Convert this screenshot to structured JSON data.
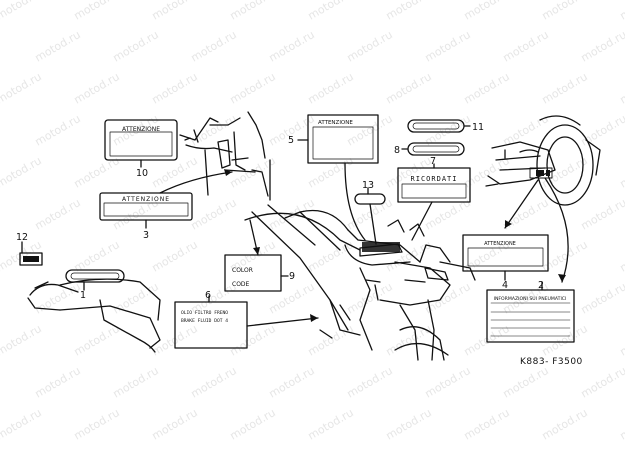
{
  "watermark": {
    "text": "motod.ru"
  },
  "callouts": [
    {
      "id": "c1",
      "label": "1"
    },
    {
      "id": "c2",
      "label": "2"
    },
    {
      "id": "c3",
      "label": "3"
    },
    {
      "id": "c4",
      "label": "4"
    },
    {
      "id": "c5",
      "label": "5"
    },
    {
      "id": "c6",
      "label": "6"
    },
    {
      "id": "c7",
      "label": "7"
    },
    {
      "id": "c8",
      "label": "8"
    },
    {
      "id": "c9",
      "label": "9"
    },
    {
      "id": "c10",
      "label": "10"
    },
    {
      "id": "c11",
      "label": "11"
    },
    {
      "id": "c12",
      "label": "12"
    },
    {
      "id": "c13",
      "label": "13"
    }
  ],
  "labels": {
    "label3": "ATTENZIONE",
    "label5": "ATTENZIONE",
    "label7": "RICORDATI",
    "label9_line1": "COLOR",
    "label9_line2": "CODE",
    "label10": "ATTENZIONE",
    "label6_line1": "OLIO  FILTRO  FRENO",
    "label6_line2": "BRAKE FLUID  DOT 4",
    "label2_title": "INFORMAZIONI SUI PNEUMATICI",
    "label4_text": "ATTENZIONE"
  },
  "diagram_code": "K883- F3500"
}
